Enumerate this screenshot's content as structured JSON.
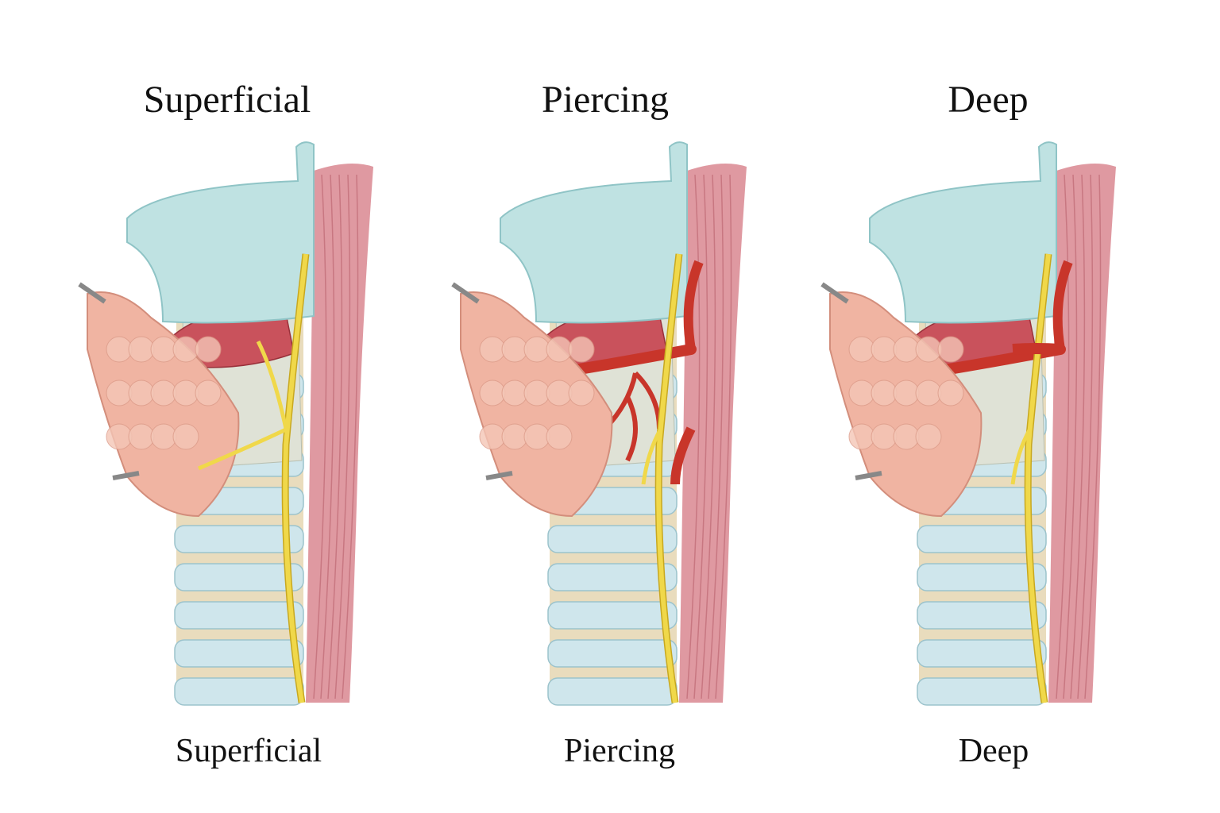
{
  "panels": [
    {
      "id": "superficial",
      "top_label": "Superficial",
      "bottom_label": "Superficial",
      "shift": 0,
      "variant": "superficial"
    },
    {
      "id": "piercing",
      "top_label": "Piercing",
      "bottom_label": "Piercing",
      "shift": 470,
      "variant": "piercing"
    },
    {
      "id": "deep",
      "top_label": "Deep",
      "bottom_label": "Deep",
      "shift": 935,
      "variant": "deep"
    }
  ],
  "colors": {
    "cartilage": "#bfe2e2",
    "trachea_ring": "#cfe6ec",
    "trachea_gap": "#e9dcbd",
    "muscle": "#d98791",
    "thyroid": "#f0b4a2",
    "nerve": "#f0d84a",
    "artery": "#c8352a"
  }
}
